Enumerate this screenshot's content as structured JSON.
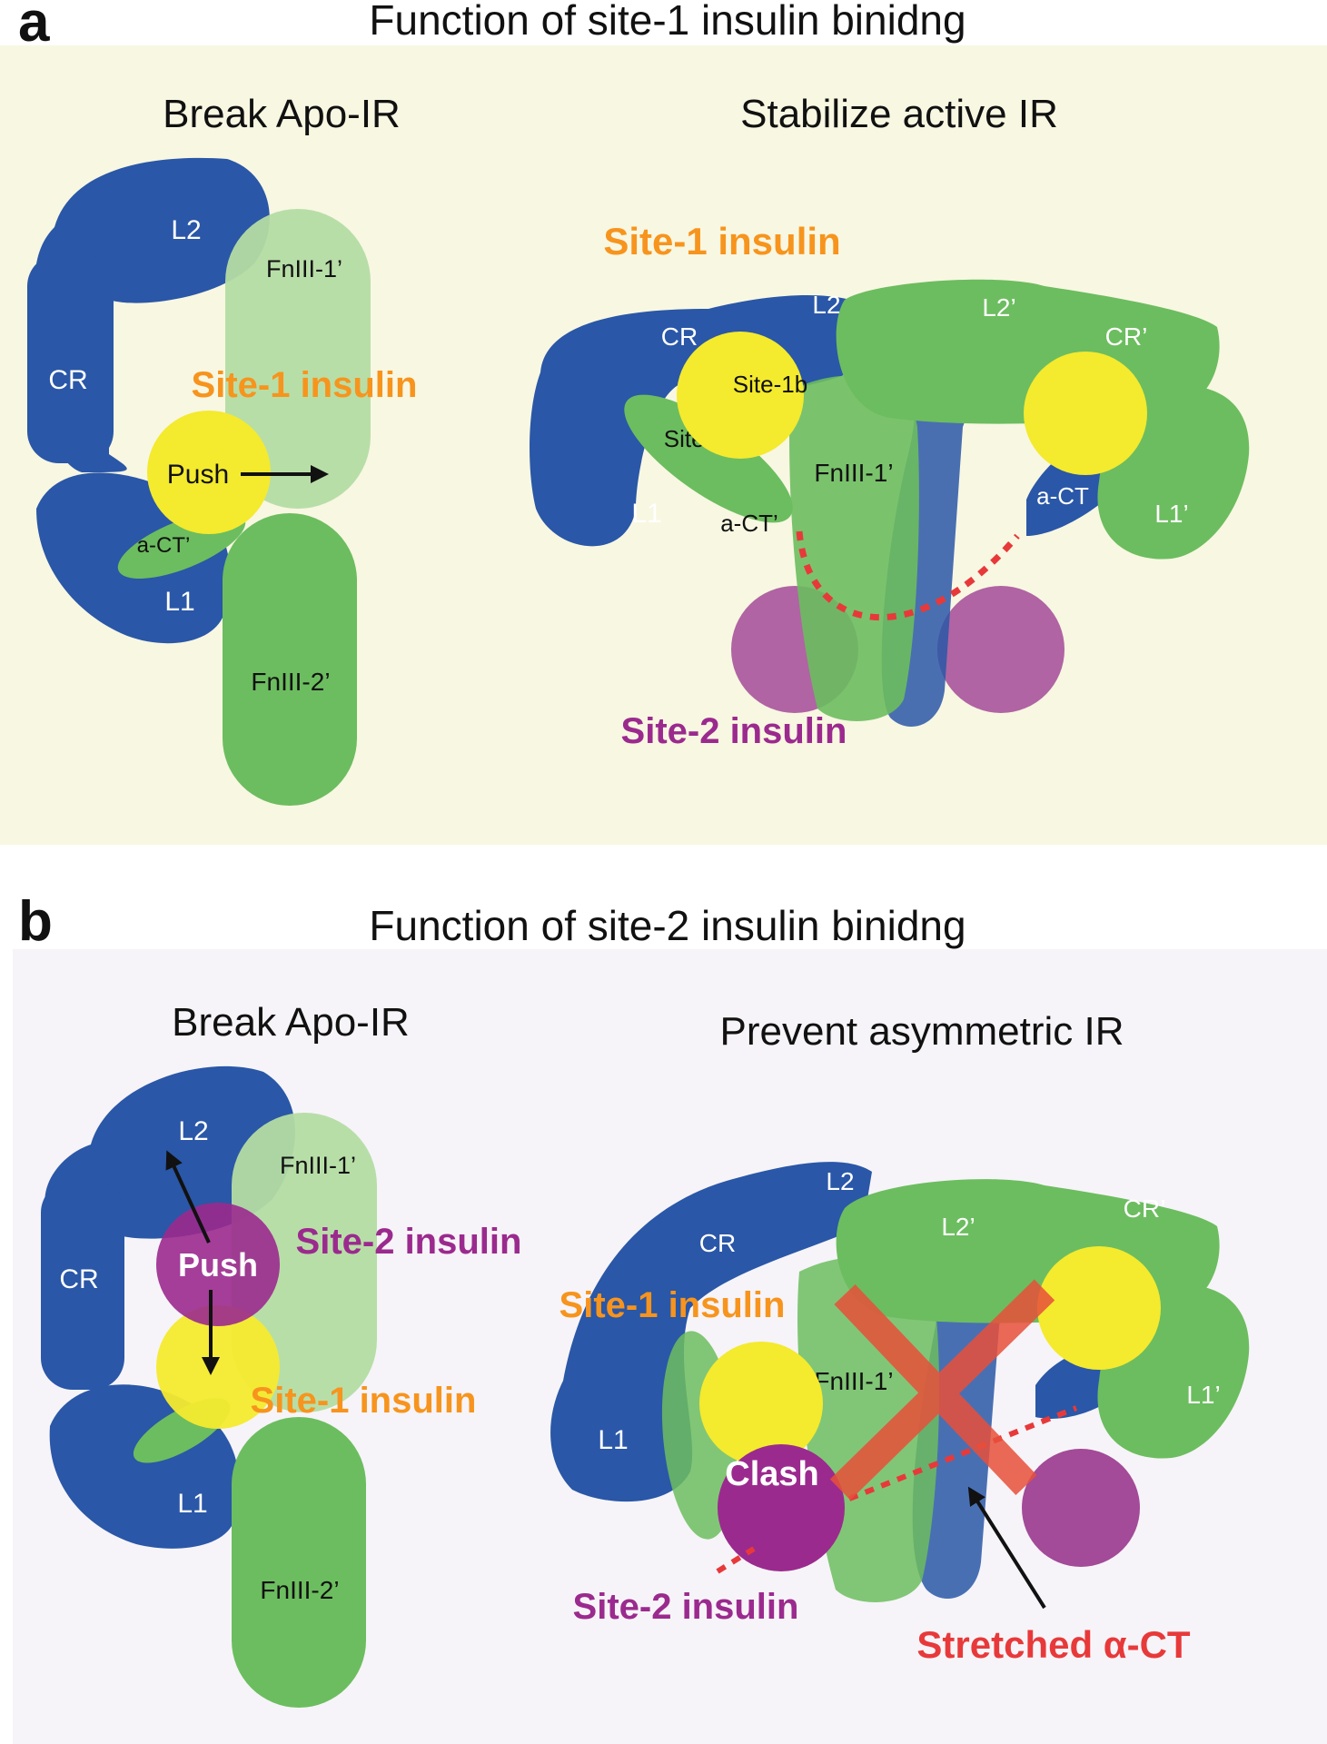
{
  "panel_a": {
    "letter": "a",
    "title": "Function of site-1 insulin binidng",
    "bg_color": "#f8f7e2",
    "left": {
      "heading": "Break Apo-IR",
      "labels": {
        "l2": "L2",
        "cr": "CR",
        "l1": "L1",
        "act": "a-CT’",
        "fn1": "FnIII-1’",
        "fn2": "FnIII-2’",
        "site1": "Site-1 insulin",
        "push": "Push"
      }
    },
    "right": {
      "heading": "Stabilize active IR",
      "labels": {
        "site1": "Site-1 insulin",
        "cr": "CR",
        "l2": "L2",
        "l2p": "L2’",
        "crp": "CR’",
        "site1b": "Site-1b",
        "site1a": "Site-1a",
        "fn1": "FnIII-1’",
        "l1": "L1",
        "act_p": "a-CT’",
        "act": "a-CT",
        "l1p": "L1’",
        "site2": "Site-2 insulin"
      }
    }
  },
  "panel_b": {
    "letter": "b",
    "title": "Function of site-2 insulin binidng",
    "bg_color": "#f6f4f8",
    "left": {
      "heading": "Break Apo-IR",
      "labels": {
        "l2": "L2",
        "fn1": "FnIII-1’",
        "cr": "CR",
        "push": "Push",
        "site2": "Site-2 insulin",
        "site1": "Site-1 insulin",
        "l1": "L1",
        "fn2": "FnIII-2’"
      }
    },
    "right": {
      "heading": "Prevent asymmetric IR",
      "labels": {
        "l2": "L2",
        "cr": "CR",
        "l2p": "L2’",
        "crp": "CR’",
        "site1": "Site-1 insulin",
        "fn1": "FnIII-1’",
        "l1": "L1",
        "l1p": "L1’",
        "clash": "Clash",
        "site2": "Site-2 insulin",
        "stretched": "Stretched α-CT"
      }
    }
  },
  "colors": {
    "blue": "#2a57a7",
    "green": "#6cbd5f",
    "light_green": "#b4dca3",
    "yellow": "#f4ea2e",
    "purple": "#9b2a8e",
    "orange": "#f7941d",
    "red": "#e8393a",
    "text_purple": "#9b2a8e"
  },
  "icons": [
    "push-arrow",
    "stretch-arrow",
    "cross-mark",
    "dashed-linker"
  ]
}
